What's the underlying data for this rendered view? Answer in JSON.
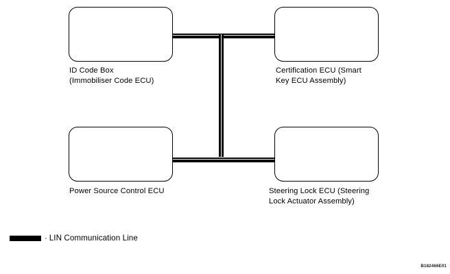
{
  "diagram": {
    "type": "network-topology",
    "figure_reference": "B182466E01",
    "nodes": [
      {
        "id": "id-code-box",
        "label": "ID Code Box\n(Immobiliser Code ECU)",
        "position": "top-left"
      },
      {
        "id": "certification-ecu",
        "label": "Certification ECU (Smart\nKey ECU Assembly)",
        "position": "top-right"
      },
      {
        "id": "power-source-control-ecu",
        "label": "Power Source Control ECU",
        "position": "bottom-left"
      },
      {
        "id": "steering-lock-ecu",
        "label": "Steering Lock ECU (Steering\nLock Actuator Assembly)",
        "position": "bottom-right"
      }
    ],
    "connections": [
      {
        "from": "id-code-box",
        "to": "certification-ecu",
        "type": "LIN"
      },
      {
        "from": "power-source-control-ecu",
        "to": "steering-lock-ecu",
        "type": "LIN"
      },
      {
        "from": "top-bus",
        "to": "bottom-bus",
        "type": "LIN"
      }
    ]
  },
  "legend": {
    "separator": "·",
    "label": "LIN Communication Line",
    "swatch_color": "#000000"
  }
}
